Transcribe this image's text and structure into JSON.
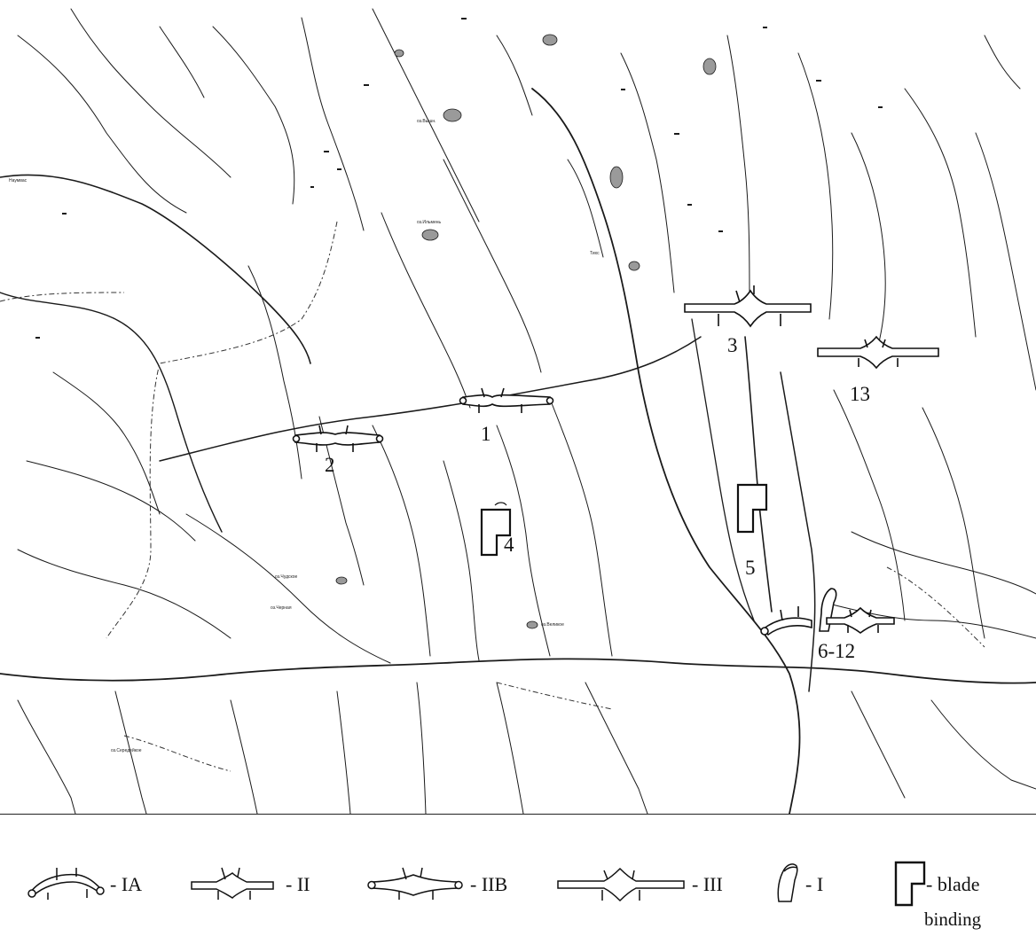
{
  "map": {
    "sites": [
      {
        "id": "site-1",
        "label": "1"
      },
      {
        "id": "site-2",
        "label": "2"
      },
      {
        "id": "site-3",
        "label": "3"
      },
      {
        "id": "site-4",
        "label": "4"
      },
      {
        "id": "site-5",
        "label": "5"
      },
      {
        "id": "site-6-12",
        "label": "6-12"
      },
      {
        "id": "site-13",
        "label": "13"
      }
    ],
    "place_names": [
      "Наумвас",
      "Тихс",
      "оз.Ильмень",
      "оз.Вышн.",
      "оз.Чудское",
      "оз.Черная",
      "оз.Середейкое",
      "оз.Великое"
    ],
    "colors": {
      "line": "#1a1a1a",
      "lake_fill": "#9a9a9a",
      "background": "#ffffff"
    }
  },
  "legend": {
    "items": [
      {
        "symbol": "IA-icon",
        "label": "- IA"
      },
      {
        "symbol": "II-icon",
        "label": "- II"
      },
      {
        "symbol": "IIB-icon",
        "label": "- IIB"
      },
      {
        "symbol": "III-icon",
        "label": "- III"
      },
      {
        "symbol": "I-icon",
        "label": "- I"
      },
      {
        "symbol": "blade-binding-icon",
        "label": "- blade",
        "label2": "binding"
      }
    ]
  }
}
